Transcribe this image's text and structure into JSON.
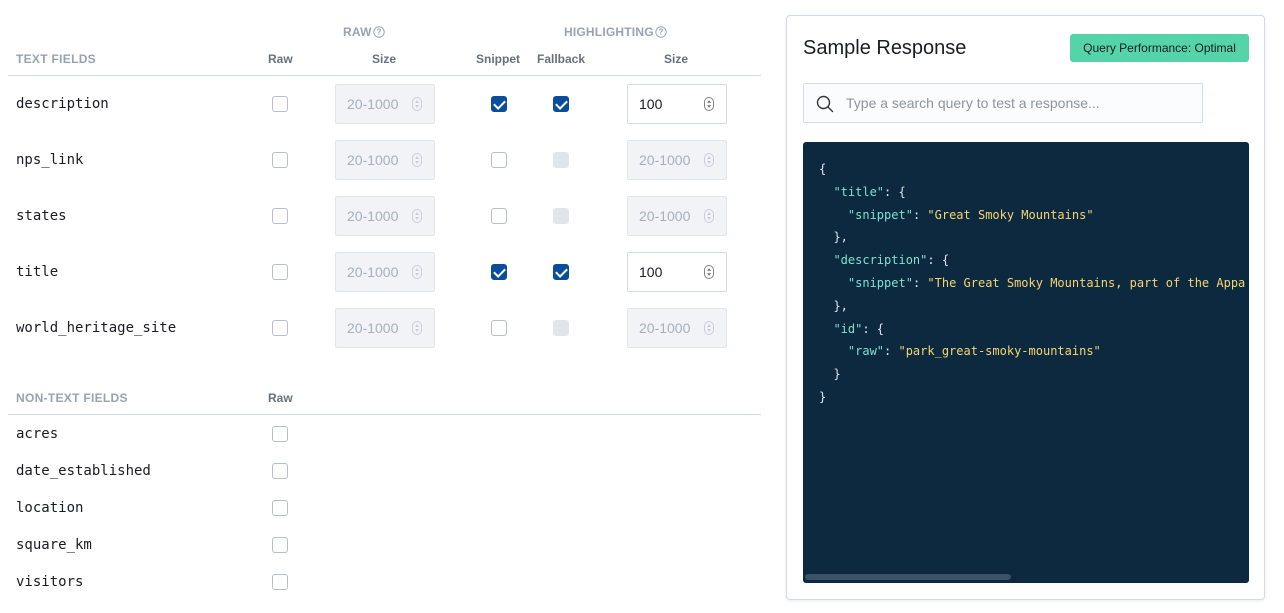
{
  "headers": {
    "raw_group": "RAW",
    "highlighting_group": "HIGHLIGHTING",
    "text_fields": "TEXT FIELDS",
    "raw": "Raw",
    "size": "Size",
    "snippet": "Snippet",
    "fallback": "Fallback",
    "highlight_size": "Size",
    "non_text_fields": "NON-TEXT FIELDS",
    "non_text_raw": "Raw"
  },
  "text_fields": [
    {
      "name": "description",
      "raw": false,
      "raw_size": "20-1000",
      "snippet": true,
      "fallback": true,
      "size": "100"
    },
    {
      "name": "nps_link",
      "raw": false,
      "raw_size": "20-1000",
      "snippet": false,
      "fallback": false,
      "size": "20-1000"
    },
    {
      "name": "states",
      "raw": false,
      "raw_size": "20-1000",
      "snippet": false,
      "fallback": false,
      "size": "20-1000"
    },
    {
      "name": "title",
      "raw": false,
      "raw_size": "20-1000",
      "snippet": true,
      "fallback": true,
      "size": "100"
    },
    {
      "name": "world_heritage_site",
      "raw": false,
      "raw_size": "20-1000",
      "snippet": false,
      "fallback": false,
      "size": "20-1000"
    }
  ],
  "non_text_fields": [
    {
      "name": "acres",
      "raw": false
    },
    {
      "name": "date_established",
      "raw": false
    },
    {
      "name": "location",
      "raw": false
    },
    {
      "name": "square_km",
      "raw": false
    },
    {
      "name": "visitors",
      "raw": false
    }
  ],
  "panel": {
    "title": "Sample Response",
    "badge": "Query Performance: Optimal",
    "search_placeholder": "Type a search query to test a response...",
    "code_lines": [
      "{",
      "  \"title\": {",
      "    \"snippet\": \"Great Smoky Mountains\"",
      "  },",
      "  \"description\": {",
      "    \"snippet\": \"The Great Smoky Mountains, part of the Appa",
      "  },",
      "  \"id\": {",
      "    \"raw\": \"park_great-smoky-mountains\"",
      "  }",
      "}"
    ]
  },
  "colors": {
    "checked": "#0b4d9d",
    "badge": "#54d4a8",
    "code_bg": "#0d2940",
    "code_key": "#7de2d1",
    "code_string": "#f5d56f"
  }
}
